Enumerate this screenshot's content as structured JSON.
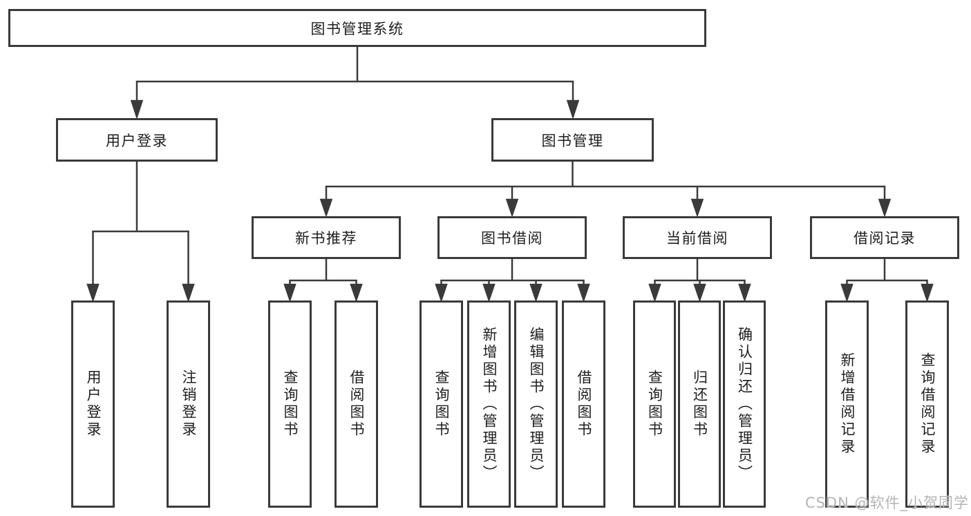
{
  "diagram": {
    "root": {
      "label": "图书管理系统"
    },
    "branches": [
      {
        "label": "用户登录",
        "children": [
          {
            "label": "用户登录"
          },
          {
            "label": "注销登录"
          }
        ]
      },
      {
        "label": "图书管理",
        "groups": [
          {
            "label": "新书推荐",
            "children": [
              {
                "label": "查询图书"
              },
              {
                "label": "借阅图书"
              }
            ]
          },
          {
            "label": "图书借阅",
            "children": [
              {
                "label": "查询图书"
              },
              {
                "label": "新增图书（管理员）"
              },
              {
                "label": "编辑图书（管理员）"
              },
              {
                "label": "借阅图书"
              }
            ]
          },
          {
            "label": "当前借阅",
            "children": [
              {
                "label": "查询图书"
              },
              {
                "label": "归还图书"
              },
              {
                "label": "确认归还（管理员）"
              }
            ]
          },
          {
            "label": "借阅记录",
            "children": [
              {
                "label": "新增借阅记录"
              },
              {
                "label": "查询借阅记录"
              }
            ]
          }
        ]
      }
    ]
  },
  "watermark": {
    "text": "CSDN @软件_小贺同学"
  },
  "colors": {
    "line": "#3a3a3a",
    "box_border": "#3a3a3a",
    "text": "#1e1e1e",
    "watermark": "#b4b4b4",
    "background": "#ffffff"
  }
}
